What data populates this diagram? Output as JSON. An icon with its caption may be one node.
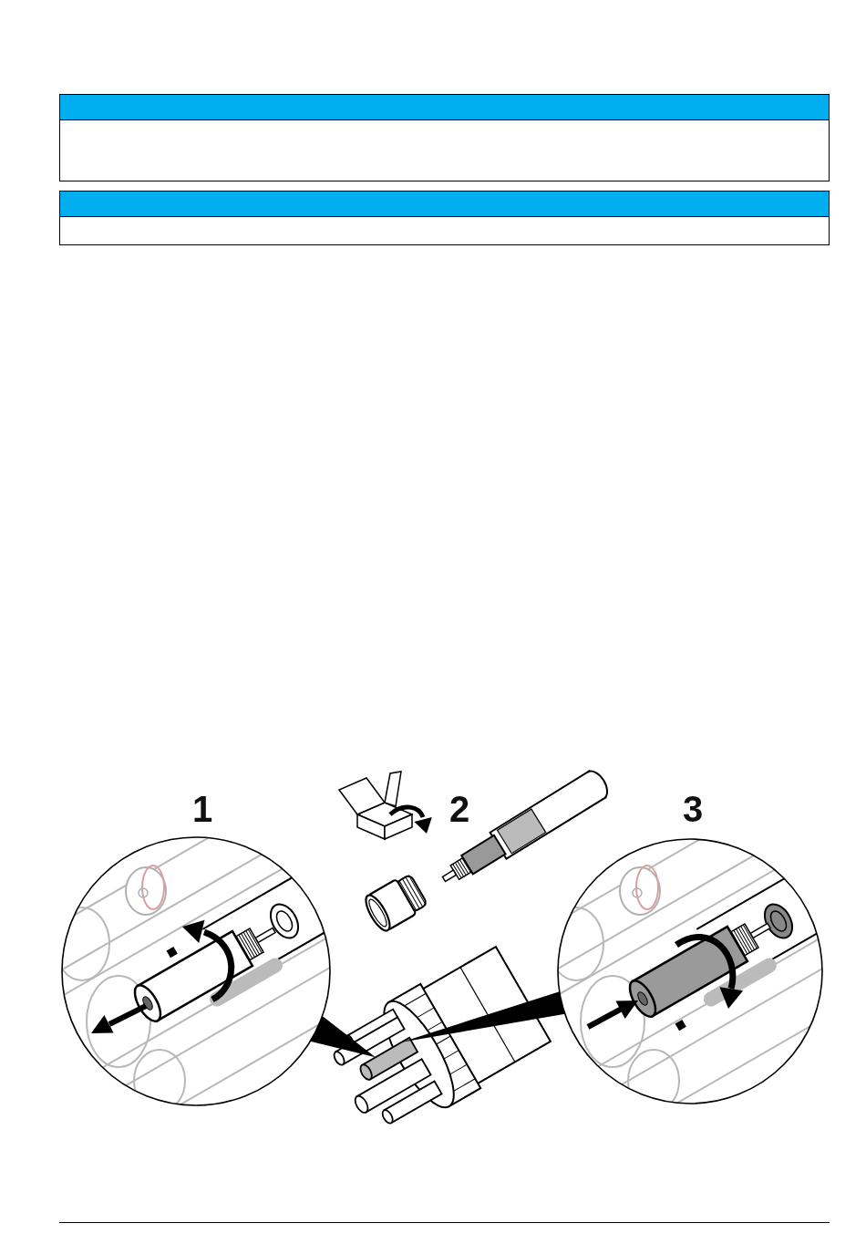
{
  "diagram": {
    "nodes": [
      {
        "text": [],
        "shape": "triangle"
      },
      {
        "text": [],
        "shape": "triangle"
      }
    ],
    "labels": [
      "1",
      "2",
      "3"
    ]
  }
}
